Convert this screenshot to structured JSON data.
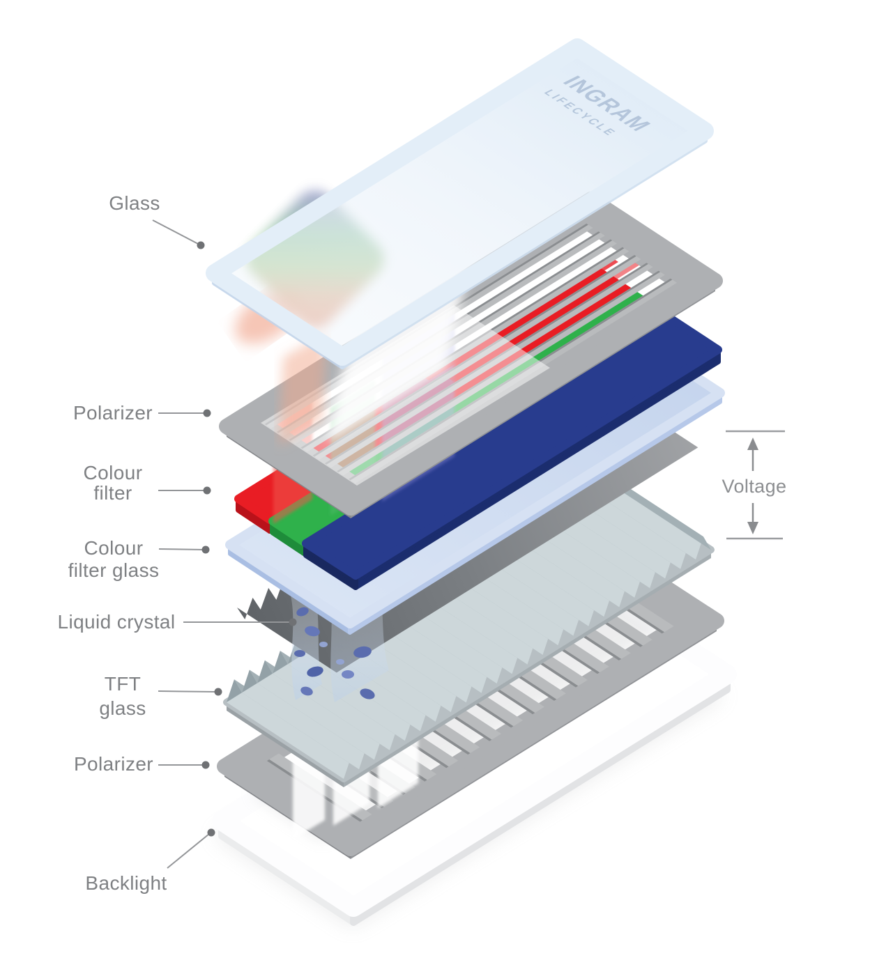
{
  "diagram_type": "exploded-lcd-display-stack",
  "logo": {
    "line1": "INGRAM",
    "line2": "LIFECYCLE"
  },
  "labels": {
    "glass": "Glass",
    "polarizer_top": "Polarizer",
    "colour_filter": [
      "Colour",
      "filter"
    ],
    "colour_filter_glass": [
      "Colour",
      "filter glass"
    ],
    "liquid_crystal": "Liquid crystal",
    "tft_glass": [
      "TFT",
      "glass"
    ],
    "polarizer_bottom": "Polarizer",
    "backlight": "Backlight"
  },
  "annotations": {
    "voltage": "Voltage"
  },
  "colors": {
    "label_gray": "#7e8083",
    "leader_gray": "#939598",
    "frame_gray": "#aeb0b3",
    "filter_red": "#e91d24",
    "filter_green": "#2fb14b",
    "filter_blue": "#283c8e",
    "glass_blue": "#dbe8f6",
    "cf_glass_blue": "#cdd9f0",
    "accordion_gray_blue": "#c3ced1",
    "backlight_white": "#ffffff"
  }
}
